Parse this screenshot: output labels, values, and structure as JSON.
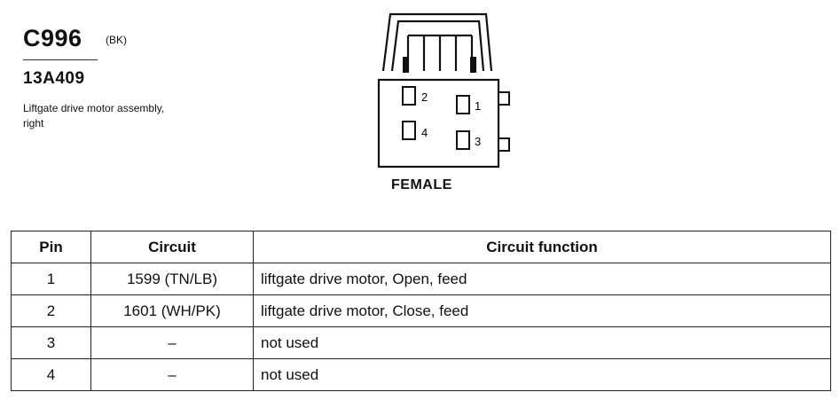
{
  "connector": {
    "id": "C996",
    "color_code": "(BK)",
    "part_number": "13A409",
    "description": "Liftgate drive motor assembly, right"
  },
  "diagram": {
    "view_label": "FEMALE",
    "pin_labels": [
      "1",
      "2",
      "3",
      "4"
    ]
  },
  "table": {
    "headers": {
      "pin": "Pin",
      "circuit": "Circuit",
      "function": "Circuit function"
    },
    "rows": [
      {
        "pin": "1",
        "circuit": "1599 (TN/LB)",
        "function": "liftgate drive motor, Open, feed"
      },
      {
        "pin": "2",
        "circuit": "1601 (WH/PK)",
        "function": "liftgate drive motor, Close, feed"
      },
      {
        "pin": "3",
        "circuit": "–",
        "function": "not used"
      },
      {
        "pin": "4",
        "circuit": "–",
        "function": "not used"
      }
    ]
  }
}
